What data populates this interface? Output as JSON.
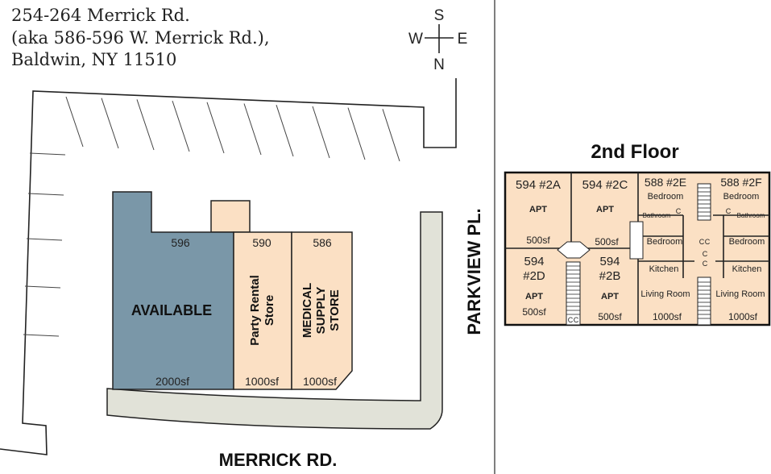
{
  "address": {
    "line1": "254-264 Merrick Rd.",
    "line2": "(aka 586-596 W. Merrick Rd.),",
    "line3": "Baldwin, NY  11510"
  },
  "compass": {
    "top": "S",
    "left": "W",
    "right": "E",
    "bottom": "N"
  },
  "streets": {
    "bottom": "MERRICK RD.",
    "right": "PARKVIEW PL."
  },
  "colors": {
    "available": "#7a97a8",
    "leased": "#fbe0c4",
    "road": "#e1e2d8"
  },
  "ground_floor": {
    "units": [
      {
        "number": "596",
        "label": "AVAILABLE",
        "area": "2000sf"
      },
      {
        "number": "590",
        "label_lines": [
          "Party Rental",
          "Store"
        ],
        "area": "1000sf"
      },
      {
        "number": "586",
        "label_lines": [
          "MEDICAL",
          "SUPPLY",
          "STORE"
        ],
        "area": "1000sf"
      }
    ]
  },
  "second_floor": {
    "title": "2nd Floor",
    "units": [
      {
        "name": "594 #2A",
        "type": "APT",
        "area": "500sf"
      },
      {
        "name": "594 #2C",
        "type": "APT",
        "area": "500sf"
      },
      {
        "name_lines": [
          "594",
          "#2D"
        ],
        "type": "APT",
        "area": "500sf"
      },
      {
        "name_lines": [
          "594",
          "#2B"
        ],
        "type": "APT",
        "area": "500sf"
      },
      {
        "name": "588 #2E",
        "rooms": [
          "Bedroom",
          "Bathroom",
          "Bedroom",
          "Kitchen",
          "Living Room"
        ],
        "area": "1000sf"
      },
      {
        "name": "588 #2F",
        "rooms": [
          "Bedroom",
          "Bathroom",
          "Bedroom",
          "Kitchen",
          "Living Room"
        ],
        "area": "1000sf"
      }
    ],
    "closet": "C"
  }
}
